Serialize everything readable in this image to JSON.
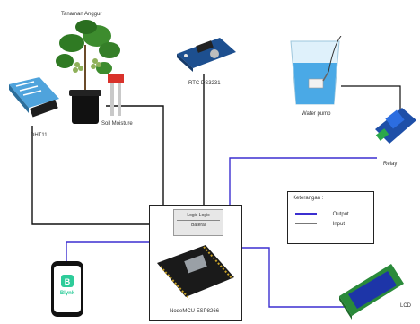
{
  "components": {
    "plant_label": "Tanaman Anggur",
    "dht11_label": "DHT11",
    "soil_label": "Soil Moisture",
    "rtc_label": "RTC DS3231",
    "pump_label": "Water pump",
    "relay_label": "Relay",
    "lcd_label": "LCD",
    "mcu_label": "NodeMCU ESP8266",
    "blynk_label": "Blynk",
    "logic_label": "Logic Logic",
    "supply_label": "Baterai"
  },
  "legend": {
    "title": "Keterangan :",
    "output_label": "Output",
    "input_label": "Input",
    "output_color": "#3b2fd0",
    "input_color": "#777777"
  },
  "colors": {
    "input_wire": "#111111",
    "output_wire": "#3b2fd0"
  },
  "icons": [
    "plant-icon",
    "dht11-sensor-icon",
    "soil-moisture-sensor-icon",
    "rtc-module-icon",
    "water-pump-icon",
    "relay-module-icon",
    "lcd-module-icon",
    "nodemcu-board-icon",
    "phone-icon",
    "blynk-logo-icon"
  ]
}
